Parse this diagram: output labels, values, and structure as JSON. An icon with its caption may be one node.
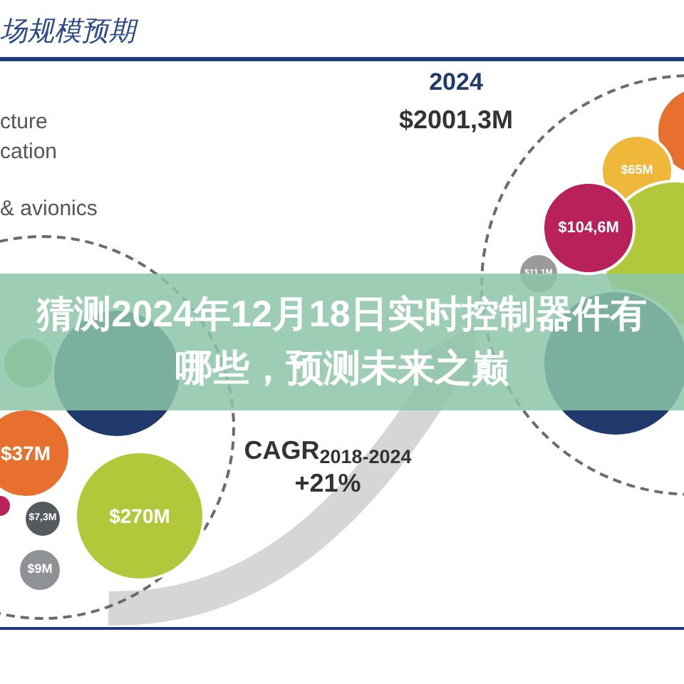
{
  "diagram": {
    "title": "猜测2024年12月18日实时控制器件有哪些，预测未来之巅",
    "nodes": [
      {
        "text": [],
        "shape": "circle"
      },
      {
        "text": [],
        "shape": "circle",
        "in": 0
      },
      {
        "text": [],
        "shape": "circle",
        "in": 0
      },
      {
        "text": [
          "$37M"
        ],
        "in": 0
      },
      {
        "text": [],
        "shape": "circle",
        "in": 0
      },
      {
        "text": [
          "$7,3M"
        ],
        "in": 0
      },
      {
        "text": [
          "$270M"
        ],
        "in": 0
      },
      {
        "text": [
          "$9M"
        ],
        "in": 0
      },
      {
        "text": [],
        "shape": "circle",
        "beside": [
          "2024",
          "$2001,3M"
        ]
      },
      {
        "text": [],
        "shape": "circle",
        "in": 8
      },
      {
        "text": [
          "$65M"
        ],
        "in": 8
      },
      {
        "text": [
          "$104,6M"
        ],
        "in": 8
      },
      {
        "text": [],
        "shape": "circle",
        "in": 8
      },
      {
        "text": [
          "$11,1M"
        ],
        "in": 8
      },
      {
        "text": [],
        "shape": "circle",
        "in": 8
      }
    ],
    "edges": [
      {
        "from": 0,
        "to": 8,
        "arrow": "to",
        "label": "CAGR$_{2018-2024}$ +21%"
      }
    ],
    "labels": [
      "场规模预期",
      "cture",
      "cation",
      "& avionics"
    ]
  }
}
